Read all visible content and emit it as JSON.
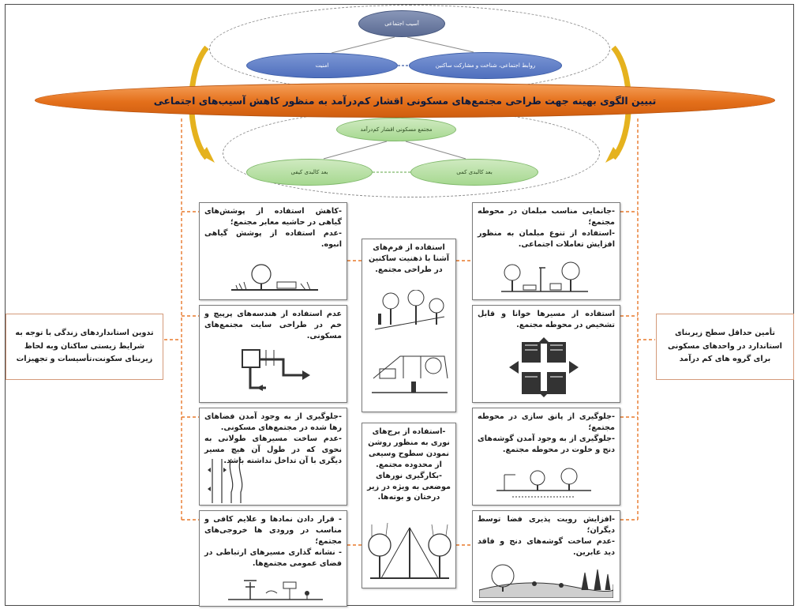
{
  "top": {
    "social_harm": "آسیب اجتماعی",
    "security": "امنیت",
    "relations": "روابط اجتماعی، شناخت و مشارکت ساکنین"
  },
  "banner_title": "تبیین الگوی بهینه جهت طراحی مجتمع‌های مسکونی اقشار کم‌درآمد به منظور کاهش آسیب‌های اجتماعی",
  "middle": {
    "complex": "مجتمع مسکونی اقشار کم‌درآمد",
    "qualitative": "بعد کالبدی کیفی",
    "quantitative": "بعد کالبدی کمی"
  },
  "left_side": "تدوین استانداردهای زندگی با توجه به شرایط زیستی ساکنان وبه لحاظ زیربنای سکونت،تأسیسات و تجهیزات",
  "right_side": "تأمین حداقل سطح زیربنای استاندارد در واحدهای مسکونی برای گروه های کم درآمد",
  "center_top": "استفاده از فرم‌های آشنا با ذهنیت ساکنین در طراحی مجتمع.",
  "center_bottom": "-استفاده از برج‌های نوری به منظور روشن نمودن سطوح وسیعی از محدوده مجتمع.\n-بکارگیری نورهای موضعی به ویژه در زیر درختان و بوته‌ها.",
  "left_boxes": [
    "-کاهش استفاده از پوشش‌های گیاهی در حاشیه معابر مجتمع؛\n-عدم استفاده از پوشش گیاهی انبوه.",
    "عدم استفاده از هندسه‌های پرپیچ و خم در طراحی سایت مجتمع‌های مسکونی.",
    "-جلوگیری از به وجود آمدن فضاهای رها شده در مجتمع‌های مسکونی.\n-عدم ساخت مسیرهای طولانی به نحوی که در طول آن هیچ مسیر دیگری با آن تداخل نداشته باشد.",
    "- قرار دادن نمادها و علایم کافی و مناسب در ورودی ها خروجی‌های مجتمع؛\n- نشانه گذاری مسیرهای ارتباطی در فضای عمومی مجتمع‌ها."
  ],
  "right_boxes": [
    "-جانمایی مناسب مبلمان در محوطه مجتمع؛\n-استفاده از تنوع مبلمان به منظور افزایش تعاملات اجتماعی.",
    "استفاده از مسیرها خوانا و قابل تشخیص در محوطه مجتمع.",
    "-جلوگیری از پاتق سازی در محوطه مجتمع؛\n-جلوگیری از به وجود آمدن گوشه‌های دنج و خلوت در محوطه مجتمع.",
    "-افزایش رویت پذیری فضا توسط دیگران؛\n-عدم ساخت گوشه‌های دنج و فاقد دید عابرین."
  ]
}
